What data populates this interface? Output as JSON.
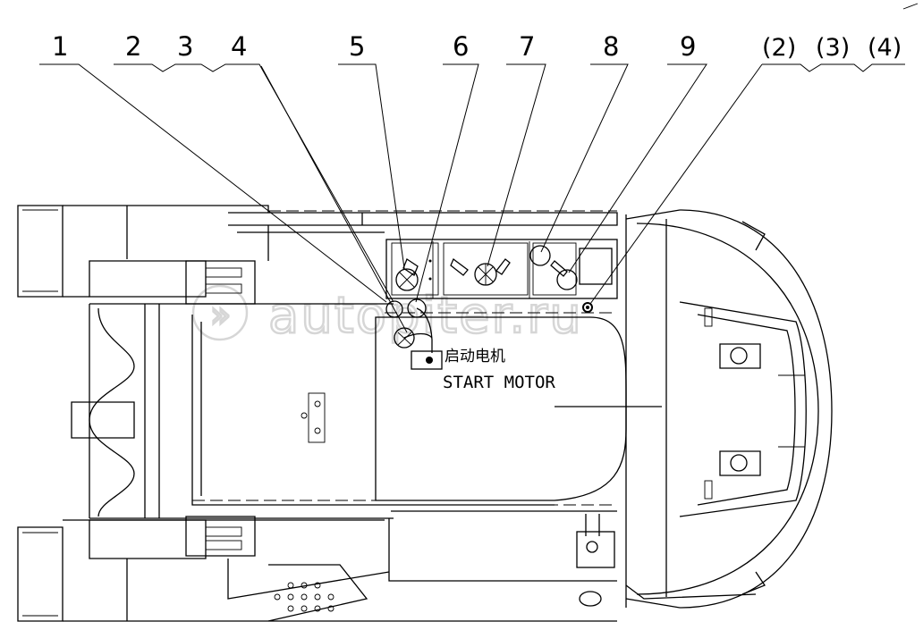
{
  "callouts": {
    "c1": "1",
    "c2": "2",
    "c3": "3",
    "c4": "4",
    "c5": "5",
    "c6": "6",
    "c7": "7",
    "c8": "8",
    "c9": "9",
    "p2": "(2)",
    "p3": "(3)",
    "p4": "(4)"
  },
  "labels": {
    "start_motor_cn": "启动电机",
    "start_motor_en": "START MOTOR"
  },
  "watermark": "autopiter.ru",
  "colors": {
    "line": "#000000",
    "background": "#ffffff",
    "watermark": "#d6d6d6"
  }
}
